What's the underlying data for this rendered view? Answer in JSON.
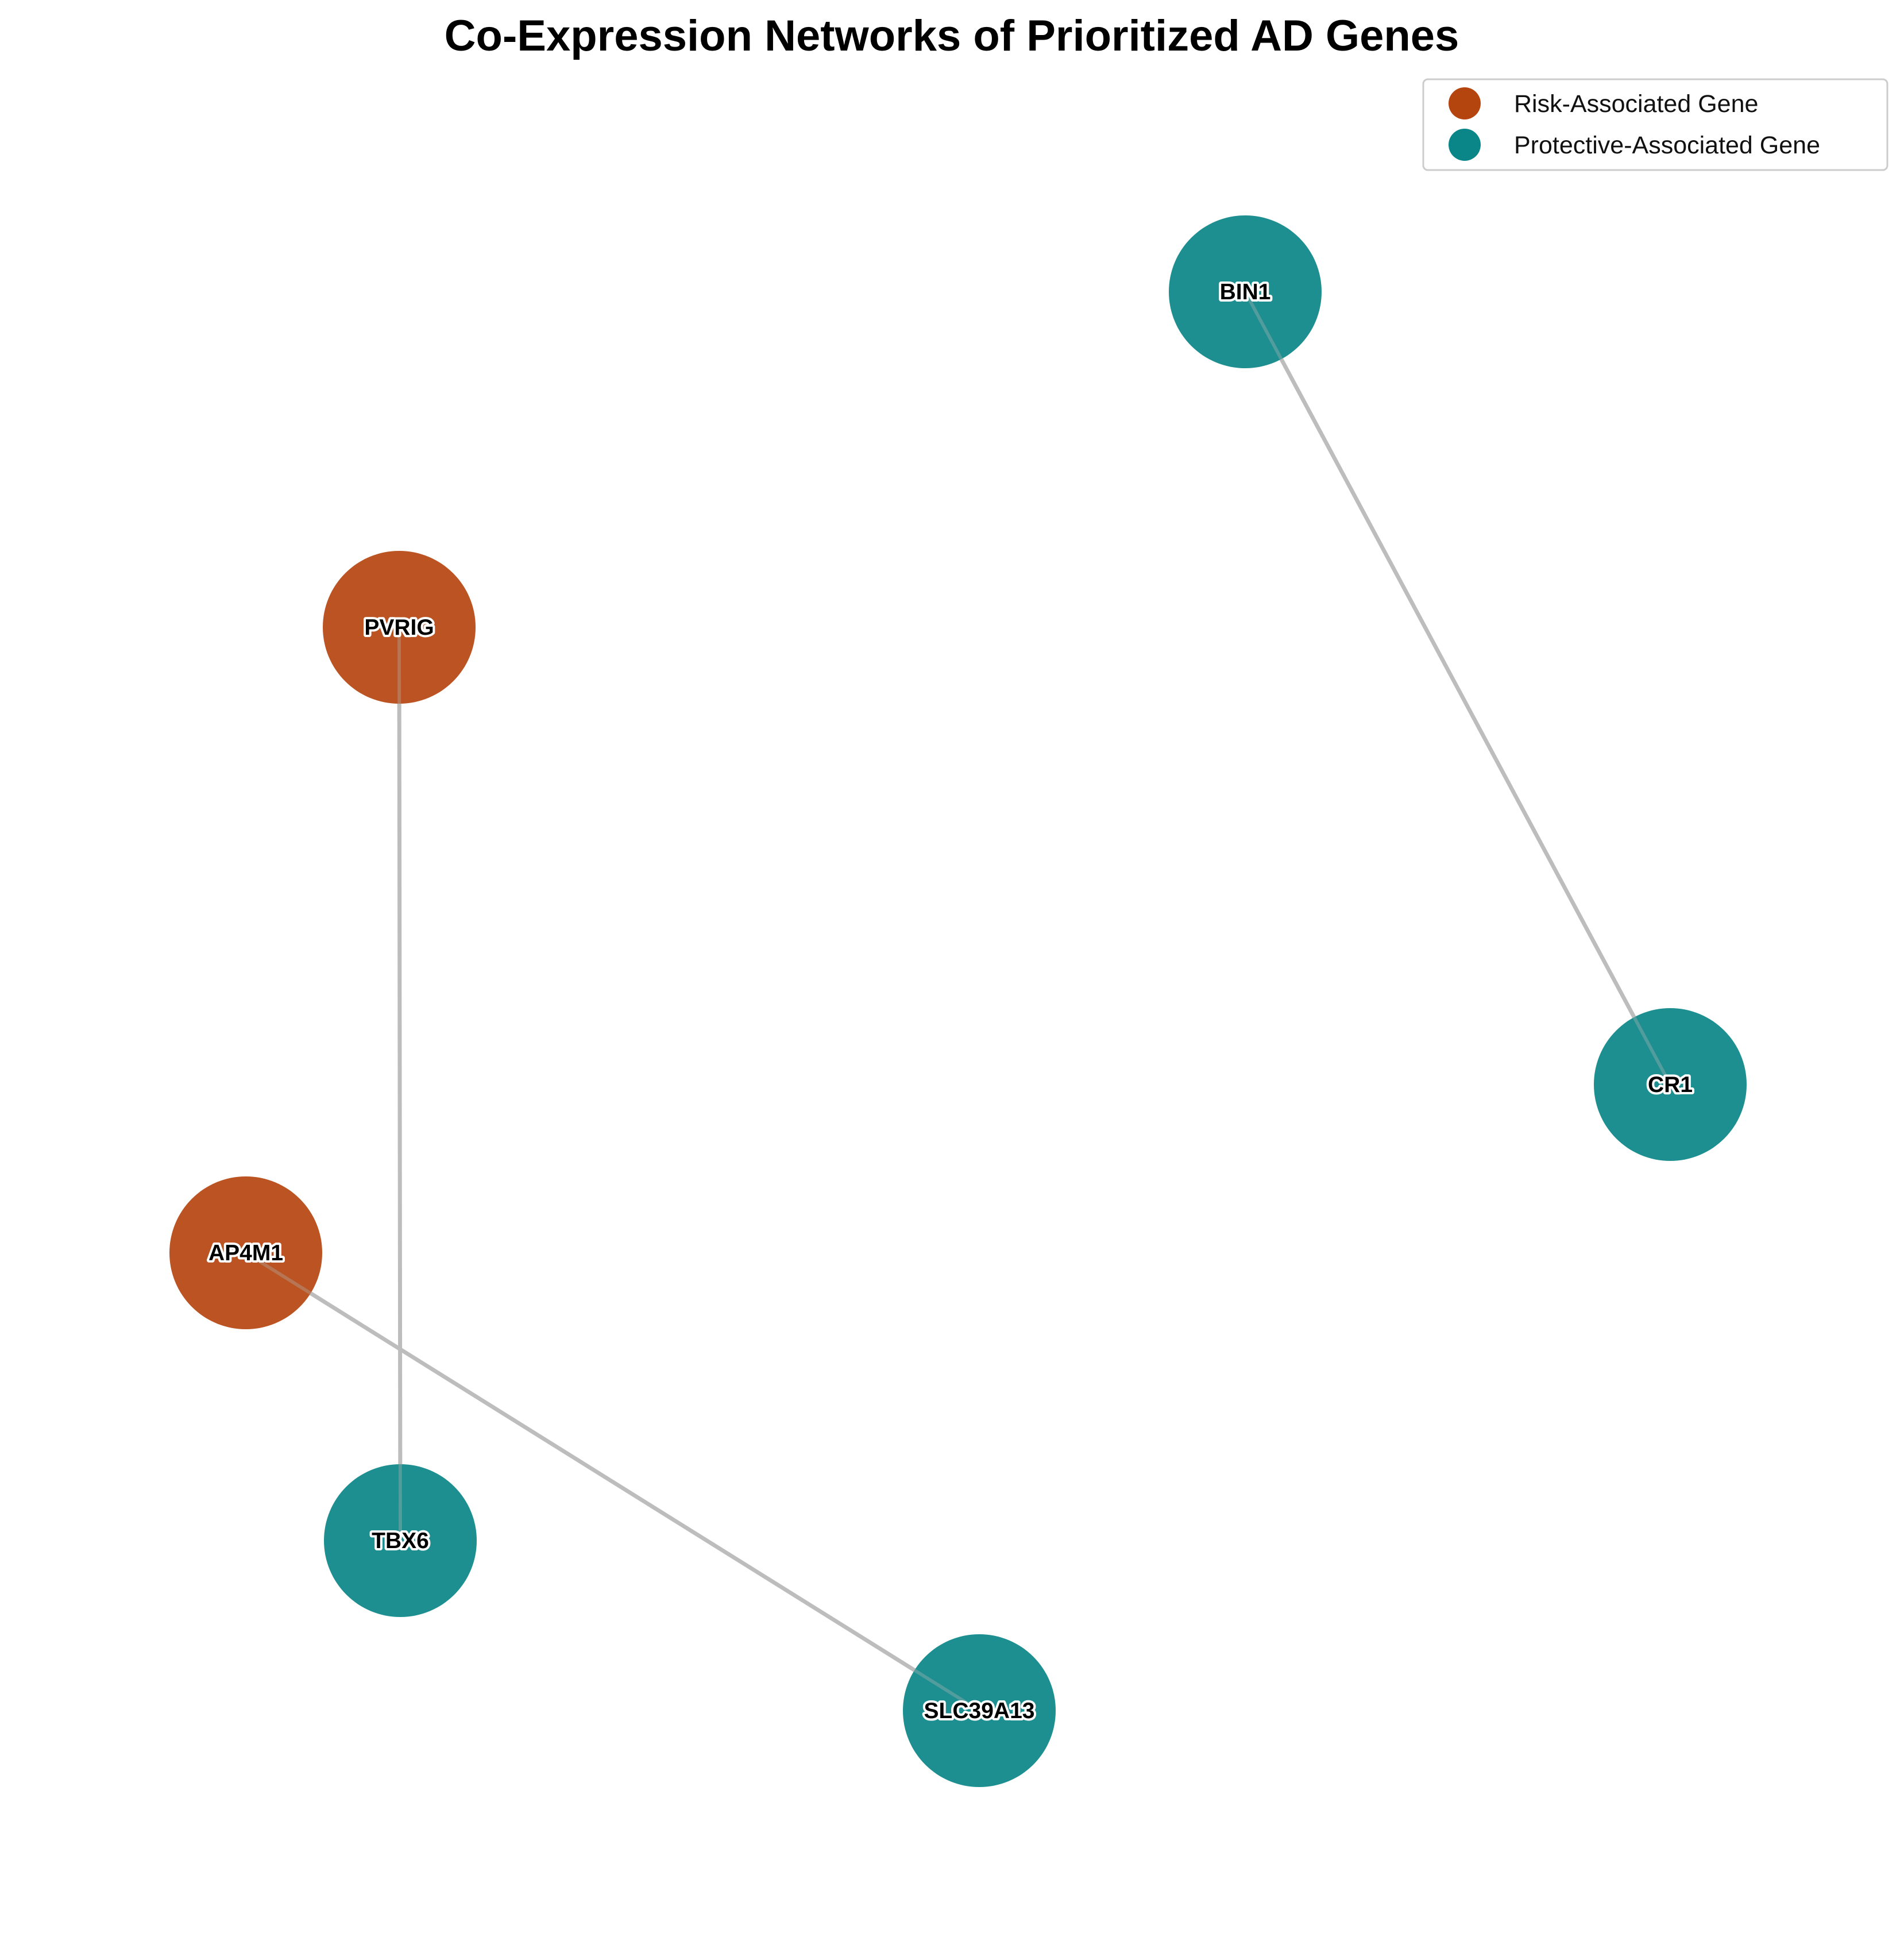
{
  "title": "Co-Expression Networks of Prioritized AD Genes",
  "legend": {
    "items": [
      {
        "label": "Risk-Associated Gene",
        "color": "#b5450f"
      },
      {
        "label": "Protective-Associated Gene",
        "color": "#0a8588"
      }
    ]
  },
  "colors": {
    "risk": "#b5450f",
    "protective": "#0a8588",
    "edge": "#bdbdbd"
  },
  "nodes": [
    {
      "id": "BIN1",
      "label": "BIN1",
      "category": "protective"
    },
    {
      "id": "PVRIG",
      "label": "PVRIG",
      "category": "risk"
    },
    {
      "id": "CR1",
      "label": "CR1",
      "category": "protective"
    },
    {
      "id": "AP4M1",
      "label": "AP4M1",
      "category": "risk"
    },
    {
      "id": "TBX6",
      "label": "TBX6",
      "category": "protective"
    },
    {
      "id": "SLC39A13",
      "label": "SLC39A13",
      "category": "protective"
    }
  ],
  "edges": [
    {
      "source": "BIN1",
      "target": "CR1"
    },
    {
      "source": "PVRIG",
      "target": "TBX6"
    },
    {
      "source": "AP4M1",
      "target": "SLC39A13"
    }
  ]
}
